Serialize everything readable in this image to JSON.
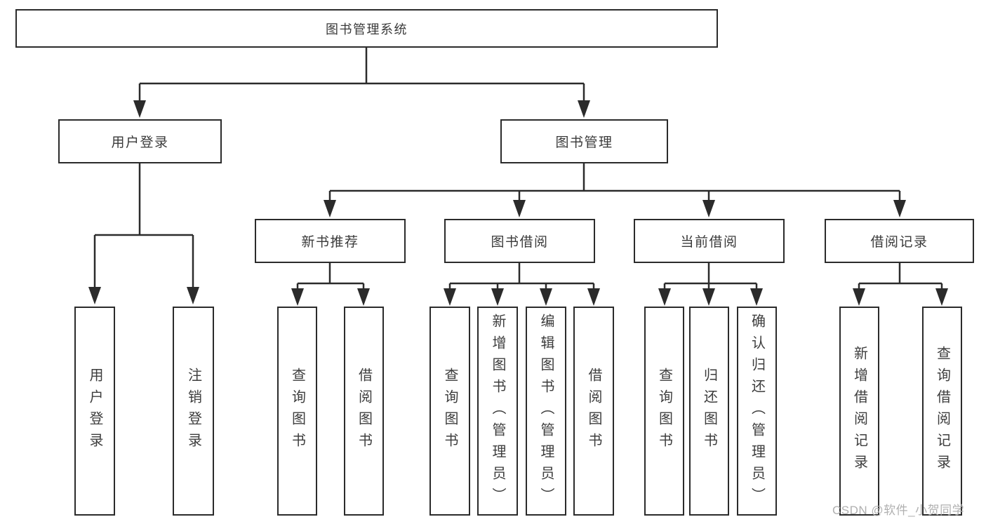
{
  "diagram": {
    "root": {
      "label": "图书管理系统"
    },
    "branches": [
      {
        "label": "用户登录",
        "children": [
          {
            "label": "用户登录"
          },
          {
            "label": "注销登录"
          }
        ]
      },
      {
        "label": "图书管理",
        "children": [
          {
            "label": "新书推荐",
            "children": [
              {
                "label": "查询图书"
              },
              {
                "label": "借阅图书"
              }
            ]
          },
          {
            "label": "图书借阅",
            "children": [
              {
                "label": "查询图书"
              },
              {
                "label": "新增图书（管理员）"
              },
              {
                "label": "编辑图书（管理员）"
              },
              {
                "label": "借阅图书"
              }
            ]
          },
          {
            "label": "当前借阅",
            "children": [
              {
                "label": "查询图书"
              },
              {
                "label": "归还图书"
              },
              {
                "label": "确认归还（管理员）"
              }
            ]
          },
          {
            "label": "借阅记录",
            "children": [
              {
                "label": "新增借阅记录"
              },
              {
                "label": "查询借阅记录"
              }
            ]
          }
        ]
      }
    ],
    "colors": {
      "line": "#2b2b2b",
      "text": "#3a3a3a"
    }
  },
  "watermark": {
    "text": "CSDN @软件_小贺同学",
    "color": "#b0b0b0"
  }
}
